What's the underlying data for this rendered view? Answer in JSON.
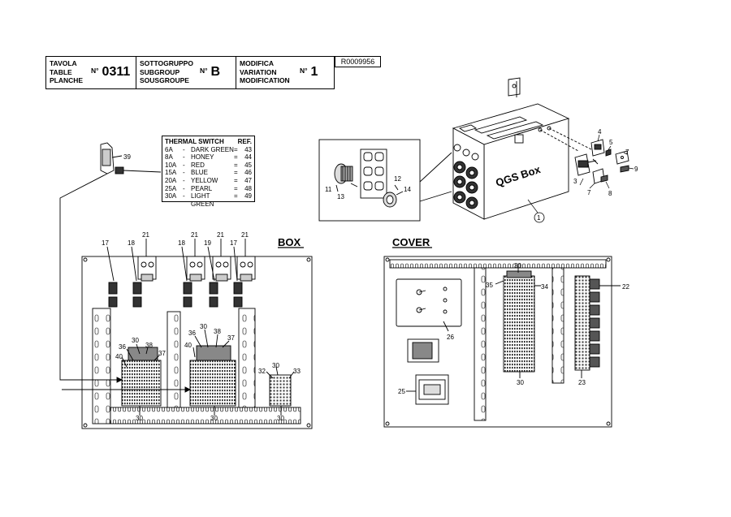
{
  "header": {
    "cell1": {
      "labels": [
        "TAVOLA",
        "TABLE",
        "PLANCHE"
      ],
      "no": "N°",
      "value": "0311"
    },
    "cell2": {
      "labels": [
        "SOTTOGRUPPO",
        "SUBGROUP",
        "SOUSGROUPE"
      ],
      "no": "N°",
      "value": "B"
    },
    "cell3": {
      "labels": [
        "MODIFICA",
        "VARIATION",
        "MODIFICATION"
      ],
      "no": "N°",
      "value": "1"
    },
    "ref": "R0009956"
  },
  "thermal_table": {
    "title": "THERMAL SWITCH",
    "ref_header": "REF.",
    "rows": [
      {
        "amp": "6A",
        "dash": "-",
        "color": "DARK GREEN",
        "eq": "=",
        "ref": "43"
      },
      {
        "amp": "8A",
        "dash": "-",
        "color": "HONEY",
        "eq": "=",
        "ref": "44"
      },
      {
        "amp": "10A",
        "dash": "-",
        "color": "RED",
        "eq": "=",
        "ref": "45"
      },
      {
        "amp": "15A",
        "dash": "-",
        "color": "BLUE",
        "eq": "=",
        "ref": "46"
      },
      {
        "amp": "20A",
        "dash": "-",
        "color": "YELLOW",
        "eq": "=",
        "ref": "47"
      },
      {
        "amp": "25A",
        "dash": "-",
        "color": "PEARL",
        "eq": "=",
        "ref": "48"
      },
      {
        "amp": "30A",
        "dash": "-",
        "color": "LIGHT GREEN",
        "eq": "=",
        "ref": "49"
      }
    ]
  },
  "sections": {
    "box": "BOX",
    "cover": "COVER"
  },
  "box_label": "QGS Box",
  "callouts": {
    "c1": "1",
    "c3": "3",
    "c4": "4",
    "c5": "5",
    "c7a": "7",
    "c7b": "7",
    "c8": "8",
    "c9": "9",
    "c11": "11",
    "c12": "12",
    "c13": "13",
    "c14": "14",
    "c39": "39",
    "c17a": "17",
    "c18a": "18",
    "c21a": "21",
    "c18b": "18",
    "c21b": "21",
    "c19": "19",
    "c21c": "21",
    "c17b": "17",
    "c21d": "21",
    "c36a": "36",
    "c30a": "30",
    "c38a": "38",
    "c37a": "37",
    "c40a": "40",
    "c36b": "36",
    "c30b": "30",
    "c38b": "38",
    "c37b": "37",
    "c40b": "40",
    "c32": "32",
    "c30c": "30",
    "c33": "33",
    "c30d": "30",
    "c30e": "30",
    "c30f": "30",
    "c30g": "30",
    "c35": "35",
    "c34": "34",
    "c22": "22",
    "c26": "26",
    "c25": "25",
    "c30h": "30",
    "c23": "23"
  }
}
